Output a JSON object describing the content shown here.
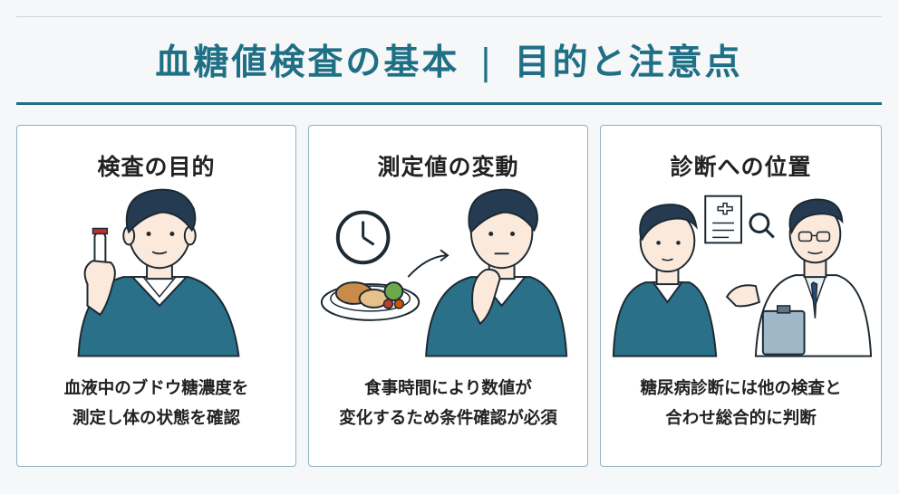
{
  "header": {
    "title_main": "血糖値検査の基本",
    "separator": "|",
    "title_sub": "目的と注意点"
  },
  "cards": [
    {
      "title": "検査の目的",
      "desc_line1": "血液中のブドウ糖濃度を",
      "desc_line2": "測定し体の状態を確認"
    },
    {
      "title": "測定値の変動",
      "desc_line1": "食事時間により数値が",
      "desc_line2": "変化するため条件確認が必須"
    },
    {
      "title": "診断への位置",
      "desc_line1": "糖尿病診断には他の検査と",
      "desc_line2": "合わせ総合的に判断"
    }
  ],
  "colors": {
    "accent": "#1f6f85",
    "sweater": "#2a7088",
    "hair": "#243b52",
    "border": "#8fb4c0"
  }
}
